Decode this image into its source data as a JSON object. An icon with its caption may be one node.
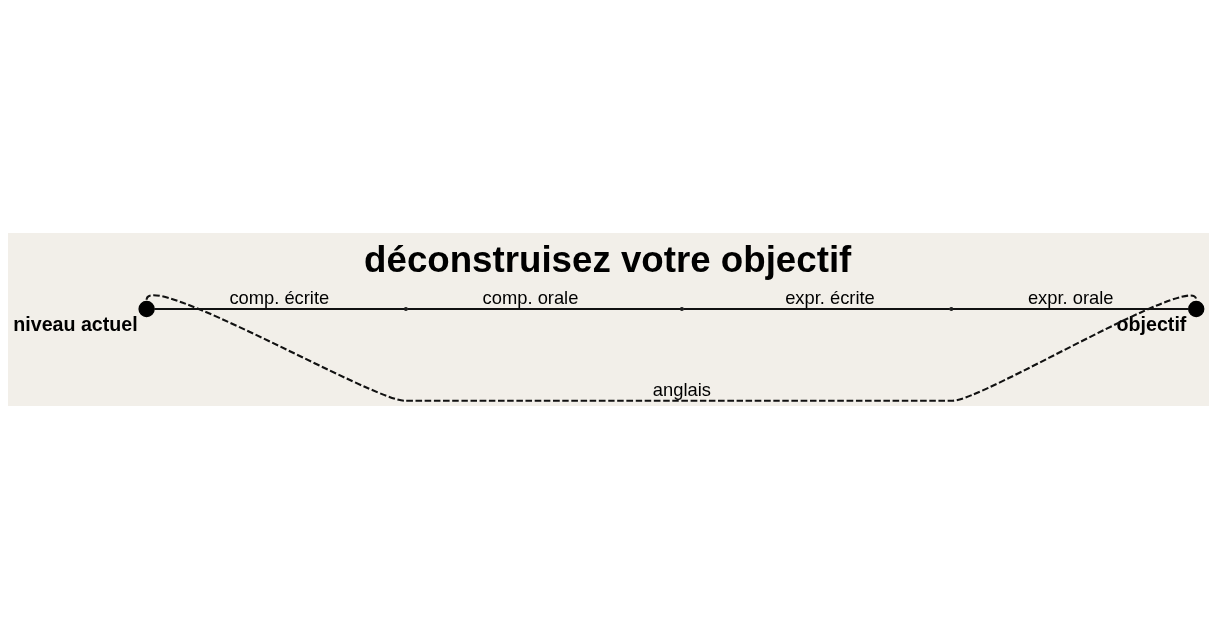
{
  "diagram": {
    "title": "déconstruisez votre objectif",
    "nodes": [
      {
        "text": [],
        "shape": "circle",
        "beside": [
          "niveau actuel"
        ]
      },
      {
        "text": [],
        "shape": "point"
      },
      {
        "text": [],
        "shape": "point"
      },
      {
        "text": [],
        "shape": "point"
      },
      {
        "text": [],
        "shape": "circle",
        "beside": [
          "objectif"
        ]
      }
    ],
    "edges": [
      {
        "from": 0,
        "to": 1,
        "arrow": "none",
        "label": "comp. écrite"
      },
      {
        "from": 1,
        "to": 2,
        "arrow": "none",
        "label": "comp. orale"
      },
      {
        "from": 2,
        "to": 3,
        "arrow": "none",
        "label": "expr. écrite"
      },
      {
        "from": 3,
        "to": 4,
        "arrow": "none",
        "label": "expr. orale"
      },
      {
        "from": 0,
        "to": 4,
        "arrow": "none",
        "label": "anglais",
        "style": "dashed"
      }
    ]
  }
}
